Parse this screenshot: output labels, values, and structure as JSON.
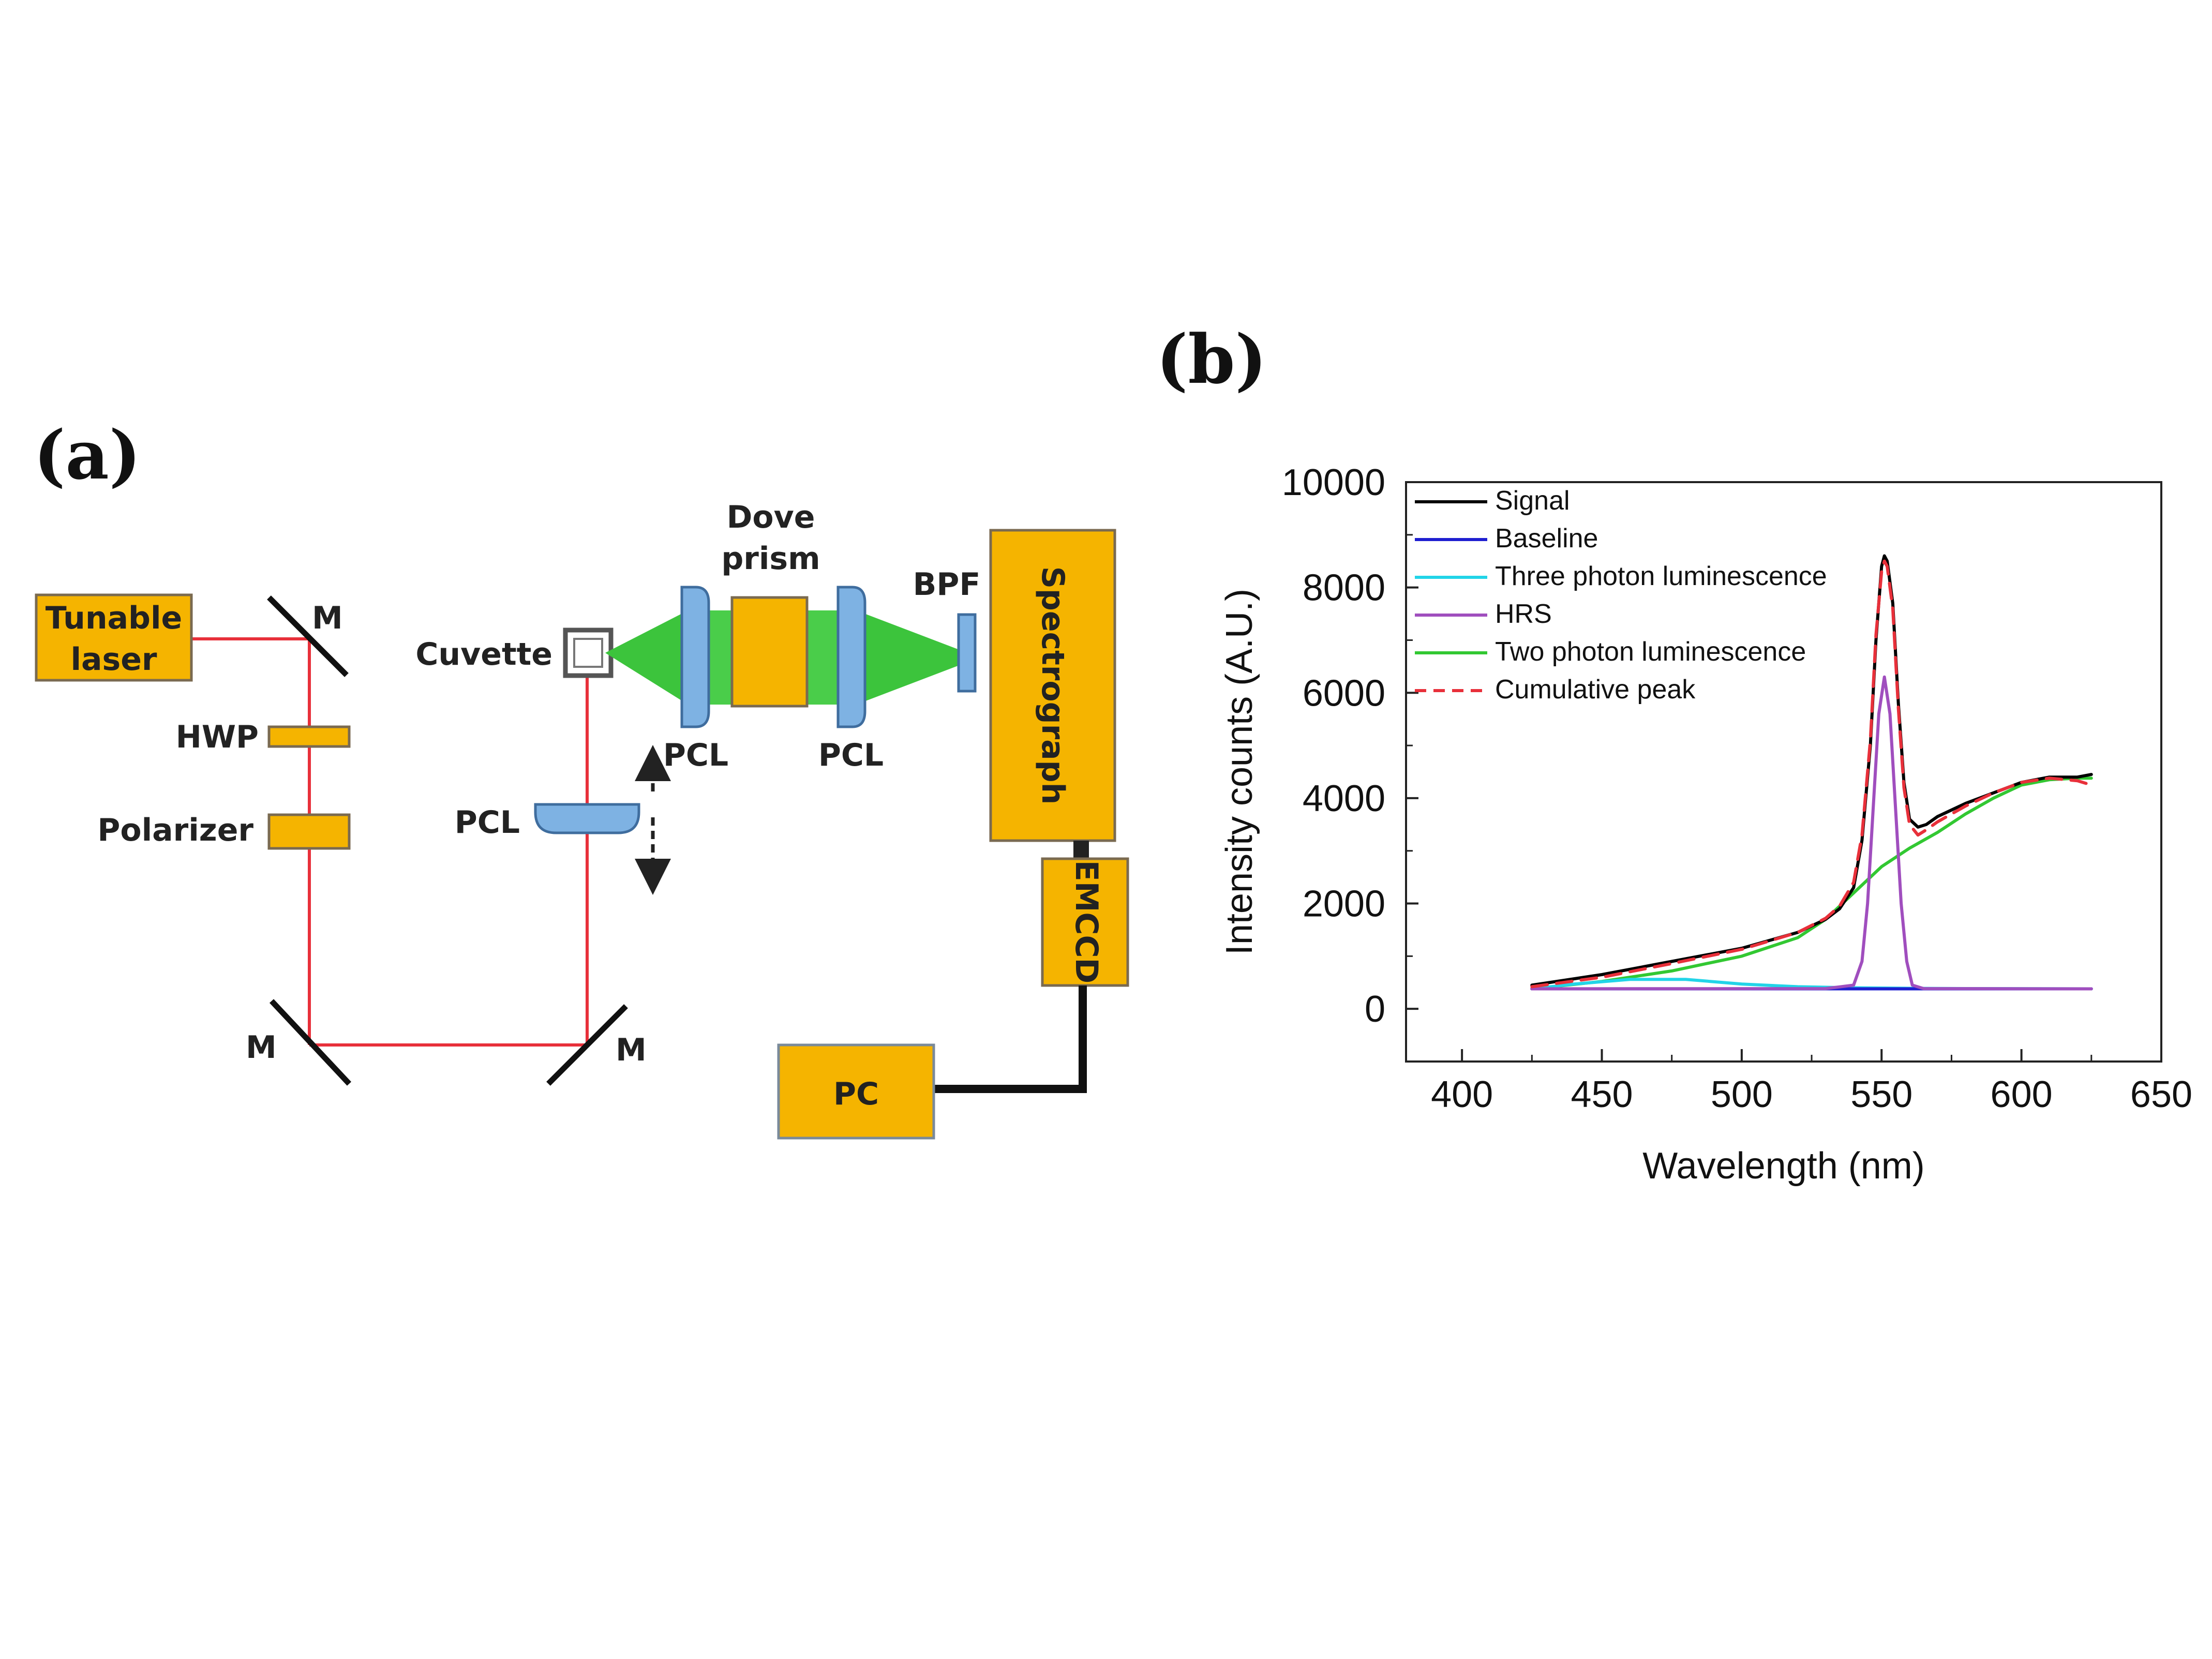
{
  "panel_a": {
    "label": "(a)",
    "components": {
      "tunable_laser": [
        "Tunable",
        "laser"
      ],
      "mirror": "M",
      "hwp": "HWP",
      "polarizer": "Polarizer",
      "cuvette": "Cuvette",
      "pcl": "PCL",
      "dove_prism": [
        "Dove",
        "prism"
      ],
      "bpf": "BPF",
      "spectrograph": "Spectrograph",
      "emccd": "EMCCD",
      "pc": "PC"
    },
    "colors": {
      "component_fill": "#F5B400",
      "component_stroke": "#7A6A50",
      "lens_fill": "#7EB2E3",
      "lens_stroke": "#3F6D9E",
      "laser_beam": "#E8303A",
      "emission_beam": "#3CC43C"
    }
  },
  "panel_b": {
    "label": "(b)"
  },
  "chart_data": {
    "type": "line",
    "title": "",
    "xlabel": "Wavelength (nm)",
    "ylabel": "Intensity counts (A.U.)",
    "xlim": [
      380,
      650
    ],
    "ylim": [
      -1000,
      10000
    ],
    "xticks": [
      400,
      450,
      500,
      550,
      600,
      650
    ],
    "yticks": [
      0,
      2000,
      4000,
      6000,
      8000,
      10000
    ],
    "grid": false,
    "legend_position": "top-left",
    "series": [
      {
        "name": "Signal",
        "color": "#000000",
        "dash": "",
        "x": [
          425,
          450,
          475,
          500,
          520,
          530,
          535,
          540,
          543,
          546,
          548,
          550,
          551,
          552,
          554,
          556,
          558,
          560,
          563,
          566,
          570,
          580,
          590,
          600,
          610,
          620,
          625
        ],
        "y": [
          450,
          650,
          900,
          1150,
          1450,
          1700,
          1900,
          2300,
          3200,
          5000,
          7000,
          8400,
          8600,
          8500,
          7700,
          5800,
          4300,
          3600,
          3450,
          3500,
          3650,
          3900,
          4100,
          4300,
          4400,
          4400,
          4450
        ]
      },
      {
        "name": "Baseline",
        "color": "#1F1FD0",
        "dash": "",
        "x": [
          425,
          625
        ],
        "y": [
          380,
          380
        ]
      },
      {
        "name": "Three photon luminescence",
        "color": "#22D4E8",
        "dash": "",
        "x": [
          425,
          440,
          460,
          480,
          500,
          520,
          540,
          560,
          580,
          625
        ],
        "y": [
          380,
          470,
          560,
          560,
          470,
          420,
          400,
          390,
          385,
          380
        ]
      },
      {
        "name": "HRS",
        "color": "#A04EBE",
        "dash": "",
        "x": [
          425,
          530,
          540,
          543,
          545,
          547,
          549,
          551,
          553,
          555,
          557,
          559,
          561,
          565,
          625
        ],
        "y": [
          380,
          385,
          450,
          900,
          2000,
          3800,
          5600,
          6300,
          5600,
          3800,
          2000,
          900,
          450,
          385,
          380
        ]
      },
      {
        "name": "Two photon luminescence",
        "color": "#32C832",
        "dash": "",
        "x": [
          425,
          450,
          475,
          500,
          520,
          530,
          540,
          550,
          560,
          570,
          580,
          590,
          600,
          610,
          620,
          625
        ],
        "y": [
          380,
          520,
          720,
          1000,
          1350,
          1700,
          2200,
          2700,
          3050,
          3350,
          3700,
          4000,
          4250,
          4350,
          4380,
          4380
        ]
      },
      {
        "name": "Cumulative peak",
        "color": "#E8303A",
        "dash": "30,18",
        "x": [
          425,
          450,
          475,
          500,
          520,
          530,
          535,
          540,
          543,
          546,
          548,
          550,
          551,
          552,
          554,
          556,
          558,
          560,
          563,
          566,
          570,
          580,
          590,
          600,
          610,
          620,
          625
        ],
        "y": [
          420,
          600,
          860,
          1130,
          1450,
          1720,
          1950,
          2400,
          3300,
          5100,
          7100,
          8300,
          8500,
          8400,
          7600,
          5700,
          4200,
          3500,
          3300,
          3400,
          3550,
          3850,
          4100,
          4300,
          4380,
          4330,
          4250
        ]
      }
    ]
  }
}
